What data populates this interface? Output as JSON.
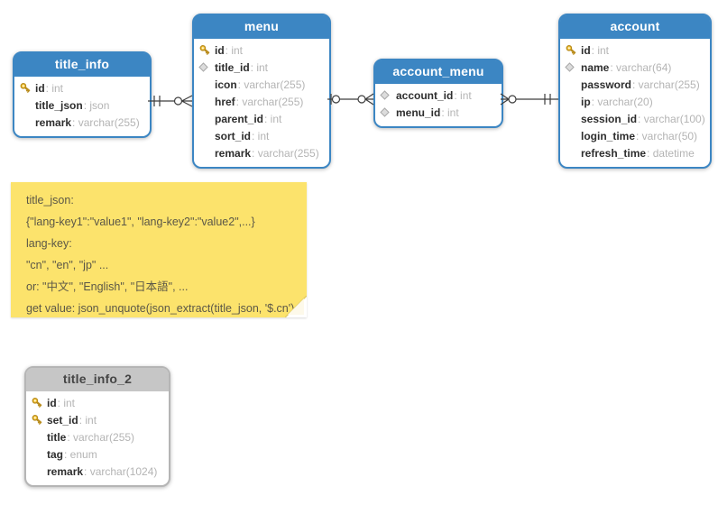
{
  "diagram": {
    "kind": "entity-relationship",
    "background": "#ffffff"
  },
  "colors": {
    "table_header_blue": "#3c86c3",
    "table_header_gray": "#c6c6c6",
    "note_yellow": "#fce36c",
    "column_name_text": "#2e2e2e",
    "column_type_text": "#b4b4b4",
    "key_icon_gold": "#f7c93e",
    "connector_stroke": "#3d3d3d"
  },
  "tables": [
    {
      "name": "title_info",
      "style": "blue",
      "columns": [
        {
          "icon": "key",
          "name": "id",
          "type": ": int"
        },
        {
          "icon": "none",
          "name": "title_json",
          "type": ": json"
        },
        {
          "icon": "none",
          "name": "remark",
          "type": ": varchar(255)"
        }
      ]
    },
    {
      "name": "menu",
      "style": "blue",
      "columns": [
        {
          "icon": "key",
          "name": "id",
          "type": ": int"
        },
        {
          "icon": "diamond",
          "name": "title_id",
          "type": ": int"
        },
        {
          "icon": "none",
          "name": "icon",
          "type": ": varchar(255)"
        },
        {
          "icon": "none",
          "name": "href",
          "type": ": varchar(255)"
        },
        {
          "icon": "none",
          "name": "parent_id",
          "type": ": int"
        },
        {
          "icon": "none",
          "name": "sort_id",
          "type": ": int"
        },
        {
          "icon": "none",
          "name": "remark",
          "type": ": varchar(255)"
        }
      ]
    },
    {
      "name": "account_menu",
      "style": "blue",
      "columns": [
        {
          "icon": "diamond",
          "name": "account_id",
          "type": ": int"
        },
        {
          "icon": "diamond",
          "name": "menu_id",
          "type": ": int"
        }
      ]
    },
    {
      "name": "account",
      "style": "blue",
      "columns": [
        {
          "icon": "key",
          "name": "id",
          "type": ": int"
        },
        {
          "icon": "diamond",
          "name": "name",
          "type": ": varchar(64)"
        },
        {
          "icon": "none",
          "name": "password",
          "type": ": varchar(255)"
        },
        {
          "icon": "none",
          "name": "ip",
          "type": ": varchar(20)"
        },
        {
          "icon": "none",
          "name": "session_id",
          "type": ": varchar(100)"
        },
        {
          "icon": "none",
          "name": "login_time",
          "type": ": varchar(50)"
        },
        {
          "icon": "none",
          "name": "refresh_time",
          "type": ": datetime"
        }
      ]
    },
    {
      "name": "title_info_2",
      "style": "gray",
      "columns": [
        {
          "icon": "key",
          "name": "id",
          "type": ": int"
        },
        {
          "icon": "key",
          "name": "set_id",
          "type": ": int"
        },
        {
          "icon": "none",
          "name": "title",
          "type": ": varchar(255)"
        },
        {
          "icon": "none",
          "name": "tag",
          "type": ": enum"
        },
        {
          "icon": "none",
          "name": "remark",
          "type": ": varchar(1024)"
        }
      ]
    }
  ],
  "relationships": [
    {
      "from": "title_info",
      "to": "menu",
      "from_cardinality": "exactly-one",
      "to_cardinality": "zero-or-many"
    },
    {
      "from": "menu",
      "to": "account_menu",
      "from_cardinality": "zero-or-one",
      "to_cardinality": "zero-or-many"
    },
    {
      "from": "account_menu",
      "to": "account",
      "from_cardinality": "zero-or-many",
      "to_cardinality": "exactly-one"
    }
  ],
  "note": {
    "lines": [
      "title_json:",
      "{\"lang-key1\":\"value1\", \"lang-key2\":\"value2\",...}",
      "lang-key:",
      "\"cn\", \"en\", \"jp\" ...",
      "or: \"中文\", \"English\", \"日本語\", ...",
      "get value: json_unquote(json_extract(title_json, '$.cn')"
    ]
  }
}
